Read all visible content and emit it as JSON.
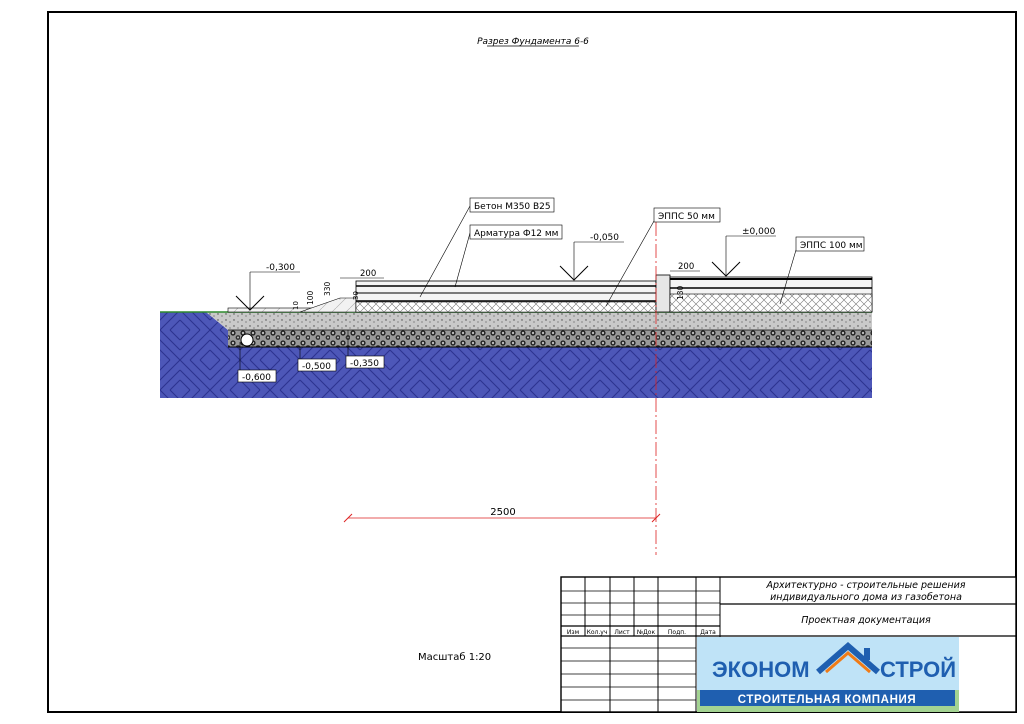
{
  "drawing": {
    "title": "Разрез Фундамента 6-6",
    "scale_label": "Масштаб 1:20",
    "dimension_total": "2500",
    "callouts": {
      "concrete": "Бетон М350 В25",
      "rebar": "Арматура Ф12 мм",
      "epps50": "ЭППС 50 мм",
      "epps100": "ЭППС 100 мм"
    },
    "levels": {
      "l_0300": "-0,300",
      "l_0050": "-0,050",
      "l_0000": "±0,000",
      "l_0600": "-0,600",
      "l_0500": "-0,500",
      "l_0350": "-0,350"
    },
    "small_dims": {
      "d200a": "200",
      "d200b": "200",
      "d330": "330",
      "d100": "100",
      "d130": "130",
      "d30": "30",
      "d10": "10"
    }
  },
  "title_block": {
    "project_title_line1": "Архитектурно - строительные решения",
    "project_title_line2": "индивидуального дома из газобетона",
    "doc_type": "Проектная документация",
    "columns": [
      "Изм",
      "Кол.уч",
      "Лист",
      "№Док",
      "Подп.",
      "Дата"
    ]
  },
  "logo": {
    "word1": "ЭКОНОМ",
    "word2": "СТРОЙ",
    "subtitle": "СТРОИТЕЛЬНАЯ КОМПАНИЯ",
    "colors": {
      "blue": "#1f5fb0",
      "orange": "#f07b16",
      "sky": "#bfe3f7",
      "grass": "#8cc63f"
    }
  }
}
